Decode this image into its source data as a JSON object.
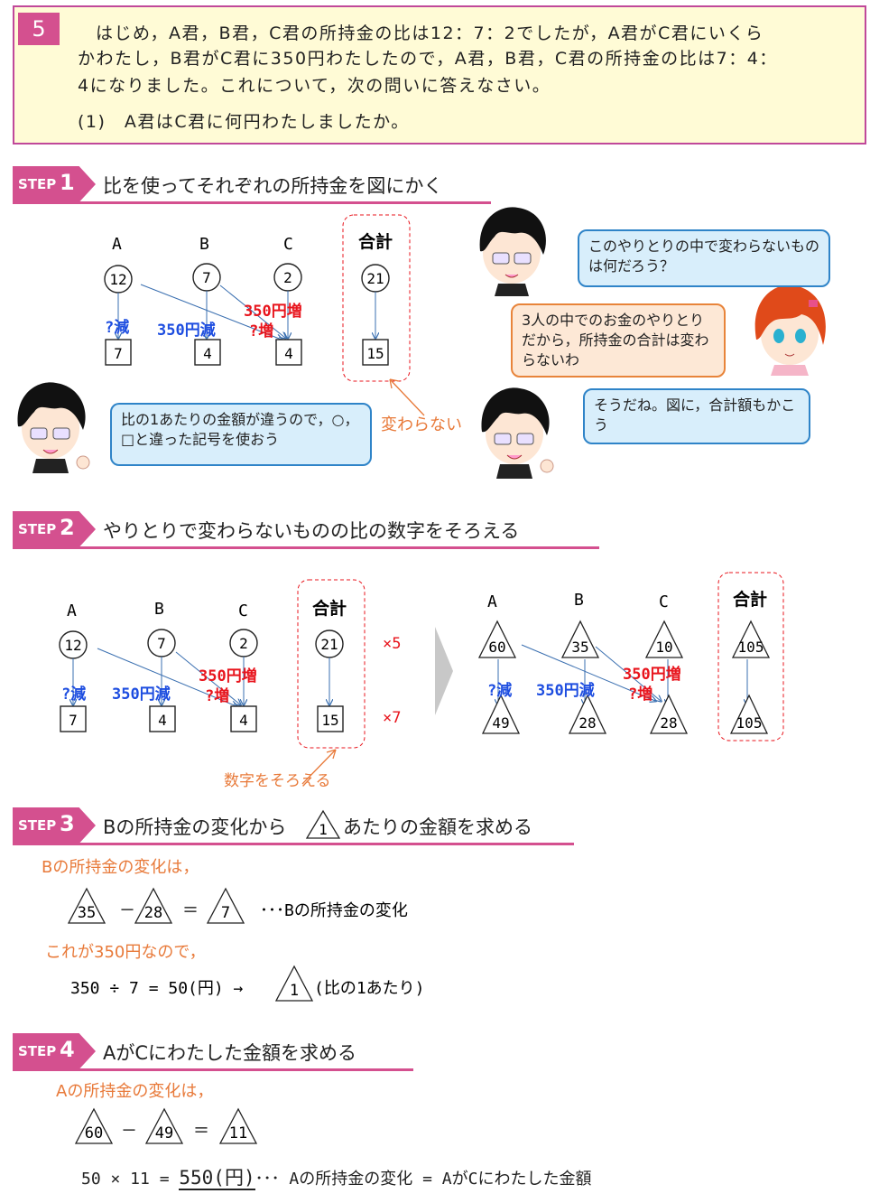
{
  "problem": {
    "number": "5",
    "line1": "はじめ，A君，B君，C君の所持金の比は12：7：2でしたが，A君がC君にいくら",
    "line2": "かわたし，B君がC君に350円わたしたので，A君，B君，C君の所持金の比は7：4：",
    "line3": "4になりました。これについて，次の問いに答えなさい。",
    "question": "(1)　A君はC君に何円わたしましたか。"
  },
  "step1": {
    "label": "STEP",
    "num": "1",
    "title": "比を使ってそれぞれの所持金を図にかく",
    "names": [
      "A",
      "B",
      "C",
      "合計"
    ],
    "before": [
      "12",
      "7",
      "2",
      "21"
    ],
    "after": [
      "7",
      "4",
      "4",
      "15"
    ],
    "a_change": "?減",
    "b_change": "350円減",
    "c_change_q": "?増",
    "c_change_350": "350円増",
    "note": "変わらない",
    "bubble_top": "このやりとりの中で変わらないものは何だろう？",
    "bubble_girl": "3人の中でのお金のやりとりだから，所持金の合計は変わらないわ",
    "bubble_left": "比の1あたりの金額が違うので，○，□と違った記号を使おう",
    "bubble_right": "そうだね。図に，合計額もかこう"
  },
  "step2": {
    "label": "STEP",
    "num": "2",
    "title": "やりとりで変わらないものの比の数字をそろえる",
    "names": [
      "A",
      "B",
      "C",
      "合計"
    ],
    "before": [
      "12",
      "7",
      "2",
      "21"
    ],
    "after": [
      "7",
      "4",
      "4",
      "15"
    ],
    "mult_top": "×5",
    "mult_bottom": "×7",
    "note": "数字をそろえる",
    "before2": [
      "60",
      "35",
      "10",
      "105"
    ],
    "after2": [
      "49",
      "28",
      "28",
      "105"
    ],
    "a_change": "?減",
    "b_change": "350円減",
    "c_change_q": "?増",
    "c_change_350": "350円増"
  },
  "step3": {
    "label": "STEP",
    "num": "3",
    "title_pre": "Bの所持金の変化から",
    "title_tri": "1",
    "title_post": "あたりの金額を求める",
    "intro": "Bの所持金の変化は，",
    "eq_a": "35",
    "eq_minus": "－",
    "eq_b": "28",
    "eq_eq": "＝",
    "eq_c": "7",
    "eq_note": "･･･Bの所持金の変化",
    "line2": "これが350円なので，",
    "calc": "350 ÷ 7 = 50(円) →",
    "calc_tri": "1",
    "calc_note": "(比の1あたり)"
  },
  "step4": {
    "label": "STEP",
    "num": "4",
    "title": "AがCにわたした金額を求める",
    "intro": "Aの所持金の変化は，",
    "eq_a": "60",
    "eq_minus": "－",
    "eq_b": "49",
    "eq_eq": "＝",
    "eq_c": "11",
    "calc": "50 × 11 = ",
    "answer": "550(円)",
    "note": "･･･ Aの所持金の変化 = AがCにわたした金額"
  },
  "colors": {
    "accent": "#d4508f",
    "red": "#e8141c",
    "blue": "#1d4de0",
    "orange": "#e87a3a"
  }
}
